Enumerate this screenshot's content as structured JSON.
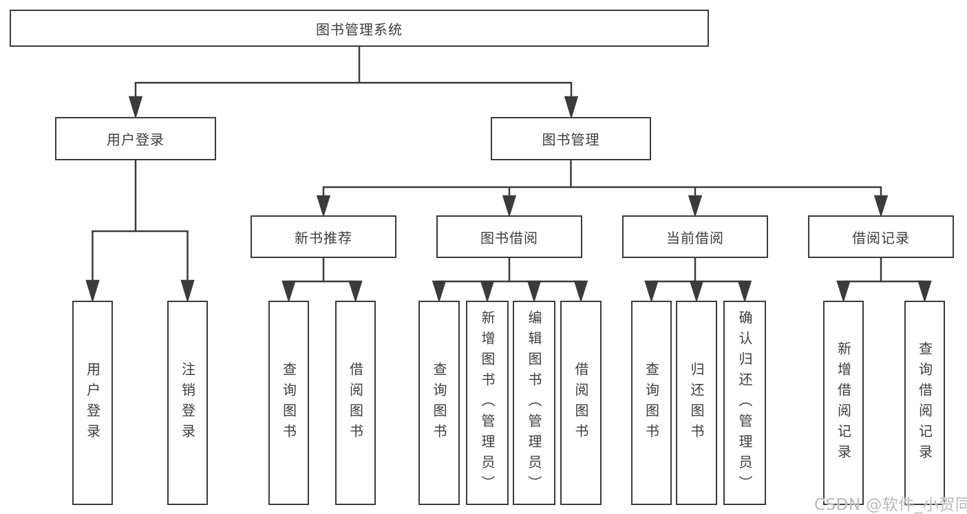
{
  "diagram": {
    "root_label": "图书管理系统",
    "branches": [
      {
        "label": "用户登录",
        "leaves": [
          "用户登录",
          "注销登录"
        ]
      },
      {
        "label": "图书管理",
        "groups": [
          {
            "label": "新书推荐",
            "leaves": [
              "查询图书",
              "借阅图书"
            ]
          },
          {
            "label": "图书借阅",
            "leaves": [
              "查询图书",
              "新增图书（管理员）",
              "编辑图书（管理员）",
              "借阅图书"
            ]
          },
          {
            "label": "当前借阅",
            "leaves": [
              "查询图书",
              "归还图书",
              "确认归还（管理员）"
            ]
          },
          {
            "label": "借阅记录",
            "leaves": [
              "新增借阅记录",
              "查询借阅记录"
            ]
          }
        ]
      }
    ]
  },
  "watermark": "CSDN @软件_小贺同学",
  "colors": {
    "line": "#3b3b3b",
    "box_border": "#3b3b3b",
    "text": "#3d3d3d",
    "background": "#ffffff",
    "watermark": "#b8b8b8"
  }
}
